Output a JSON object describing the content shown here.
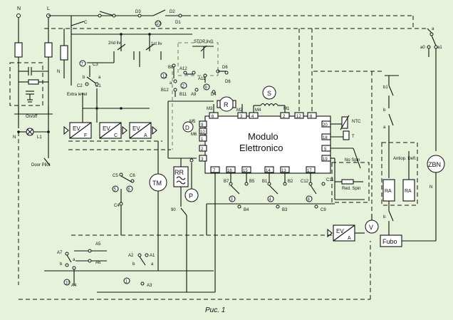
{
  "diagram": {
    "caption": "Рис. 1",
    "module": {
      "line1": "Modulo",
      "line2": "Elettronico"
    },
    "supply": {
      "neutral": "N",
      "line": "L"
    },
    "components": {
      "motor": "R",
      "pump": "S",
      "door_lock": "D",
      "timer": "TM",
      "heater_rr": "RR",
      "pressure": "P",
      "valve_f": "EV",
      "valve_f_sub": "F",
      "valve_c": "EV",
      "valve_c_sub": "C",
      "valve_a": "EV",
      "valve_a_sub": "A",
      "valve_a2": "EV",
      "valve_a2_sub": "A",
      "ntc": "NTC",
      "t": "T",
      "ra1": "RA",
      "ra2": "RA",
      "fubo": "Fubo",
      "zbn": "ZBN",
      "v": "V"
    },
    "labels": {
      "on_off": "On/off",
      "door_pilot": "Door Pilot",
      "extra_level": "Extra level",
      "stop_level": "STOP liv0",
      "liv2": "2nd liv",
      "liv1": "1st liv",
      "no_spin": "No Spin",
      "red_spin": "Red. Spin",
      "anti_off": "Antiop. Defl.",
      "m1": "M1",
      "m2": "M2",
      "m3": "M3",
      "m4": "M4",
      "m5": "M5",
      "m6": "M6"
    },
    "connector_pins": {
      "top": [
        "6",
        "3",
        "4",
        "2",
        "12",
        "8"
      ],
      "left": [
        "9",
        "10",
        "1",
        "2",
        "3"
      ],
      "bottom": [
        "7",
        "16",
        "15",
        "14",
        "13",
        "17"
      ],
      "right": [
        "20",
        "18",
        "5",
        "19"
      ]
    },
    "terminals": {
      "c": "C",
      "d1": "D1",
      "d2": "D2",
      "d3": "D3",
      "d6": "D6",
      "d4": "D4",
      "a0": "a0",
      "a1": "a1",
      "b1": "b1",
      "b": "b",
      "a": "a",
      "c2": "C2",
      "c3": "C3",
      "c1": "C1",
      "b8": "B8",
      "a12": "A12",
      "a9": "A9",
      "b11": "B11",
      "a11": "A11",
      "b12": "B12",
      "c5": "C5",
      "c6": "C6",
      "c4": "C4",
      "c11": "C11",
      "c12": "C12",
      "c9": "C9",
      "b7": "B7",
      "b5": "B5",
      "b1b": "B1",
      "b2": "B2",
      "b3": "B3",
      "b4": "B4",
      "a7": "A7",
      "a4": "A4",
      "a5": "A5",
      "a6": "A6",
      "a2": "A2",
      "a3": "A3",
      "a1b": "A1",
      "n_ra": "N",
      "l1": "L1",
      "n2": "N"
    },
    "numbers": {
      "n10": "10",
      "n3": "3",
      "n7": "7",
      "n2": "2",
      "n9": "9",
      "n5": "5",
      "n6": "6",
      "n4": "4",
      "n1": "1",
      "n12": "12",
      "n90": "90",
      "n8": "8"
    }
  }
}
